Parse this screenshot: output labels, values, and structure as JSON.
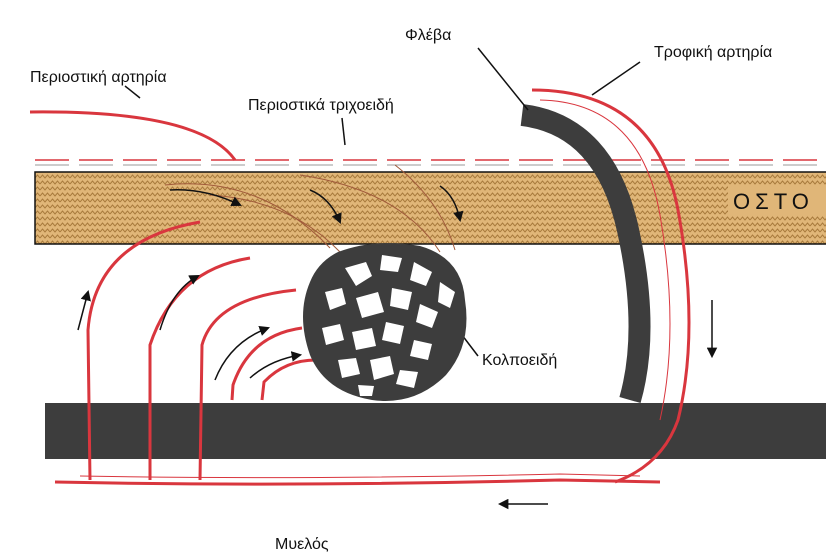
{
  "labels": {
    "vein": "Φλέβα",
    "nutrient_artery": "Τροφική αρτηρία",
    "periosteal_artery": "Περιοστική αρτηρία",
    "periosteal_capillaries": "Περιοστικά τριχοειδή",
    "bone": "ΟΣΤΟ",
    "sinusoids": "Κολποειδή",
    "marrow": "Μυελός"
  },
  "colors": {
    "artery": "#d9363e",
    "vein": "#3d3d3d",
    "bone_fill": "#e0b678",
    "bone_pattern": "#a87a3c",
    "marrow_band": "#3d3d3d",
    "arrow": "#111111"
  }
}
